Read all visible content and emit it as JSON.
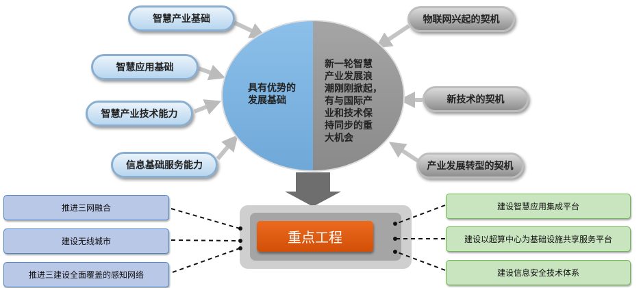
{
  "left_pills": [
    "智慧产业基础",
    "智慧应用基础",
    "智慧产业技术能力",
    "信息基础服务能力"
  ],
  "right_pills": [
    "物联网兴起的契机",
    "新技术的契机",
    "产业发展转型的契机"
  ],
  "circle": {
    "left_text": "具有优势的\n发展基础",
    "right_text": "新一轮智慧\n产业发展浪\n潮刚刚掀起，\n有与国际产\n业和技术保\n持同步的重\n大机会"
  },
  "center": {
    "label": "重点工程"
  },
  "left_boxes": [
    "推进三网融合",
    "建设无线城市",
    "推进三建设全面覆盖的感知网络"
  ],
  "right_boxes": [
    "建设智慧应用集成平台",
    "建设以超算中心为基础设施共享服务平台",
    "建设信息安全技术体系"
  ],
  "colors": {
    "blue_half": "#7fb5e0",
    "gray_half": "#9a9a9a",
    "orange": "#e05a10"
  }
}
